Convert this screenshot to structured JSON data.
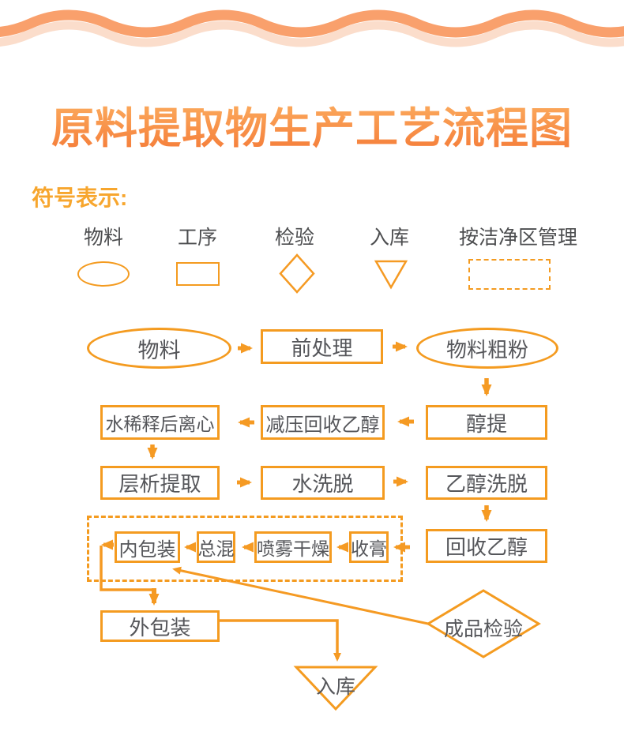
{
  "title": "原料提取物生产工艺流程图",
  "legend": {
    "heading": "符号表示:",
    "items": [
      {
        "label": "物料",
        "shape": "ellipse"
      },
      {
        "label": "工序",
        "shape": "rect"
      },
      {
        "label": "检验",
        "shape": "diamond"
      },
      {
        "label": "入库",
        "shape": "triangle"
      },
      {
        "label": "按洁净区管理",
        "shape": "dashed-rect"
      }
    ]
  },
  "flowchart": {
    "nodes": {
      "wuliao": {
        "label": "物料",
        "type": "material"
      },
      "qianchuli": {
        "label": "前处理",
        "type": "process"
      },
      "wuliaocufen": {
        "label": "物料粗粉",
        "type": "material"
      },
      "chunti": {
        "label": "醇提",
        "type": "process"
      },
      "jianya": {
        "label": "减压回收乙醇",
        "type": "process"
      },
      "shuixishi": {
        "label": "水稀释后离心",
        "type": "process"
      },
      "cengxi": {
        "label": "层析提取",
        "type": "process"
      },
      "shuixituo": {
        "label": "水洗脱",
        "type": "process"
      },
      "yichunxituo": {
        "label": "乙醇洗脱",
        "type": "process"
      },
      "huishou": {
        "label": "回收乙醇",
        "type": "process"
      },
      "shougao": {
        "label": "收膏",
        "type": "process"
      },
      "penwu": {
        "label": "喷雾干燥",
        "type": "process"
      },
      "zonghun": {
        "label": "总混",
        "type": "process"
      },
      "neibaozhuang": {
        "label": "内包装",
        "type": "process"
      },
      "waibaozhuang": {
        "label": "外包装",
        "type": "process"
      },
      "chengpin": {
        "label": "成品检验",
        "type": "inspection"
      },
      "ruku": {
        "label": "入库",
        "type": "storage"
      }
    }
  },
  "colors": {
    "accent": "#F49B20",
    "arrow": "#F59A23",
    "node_text": "#55565A",
    "legend_text": "#4C4D4F",
    "heading": "#F7A62E",
    "title_top": "#FCAE60",
    "title_bottom": "#F57E3A",
    "wave_main": "#F9A06C",
    "wave_light": "#FBDDCB",
    "background": "#FFFFFF"
  }
}
